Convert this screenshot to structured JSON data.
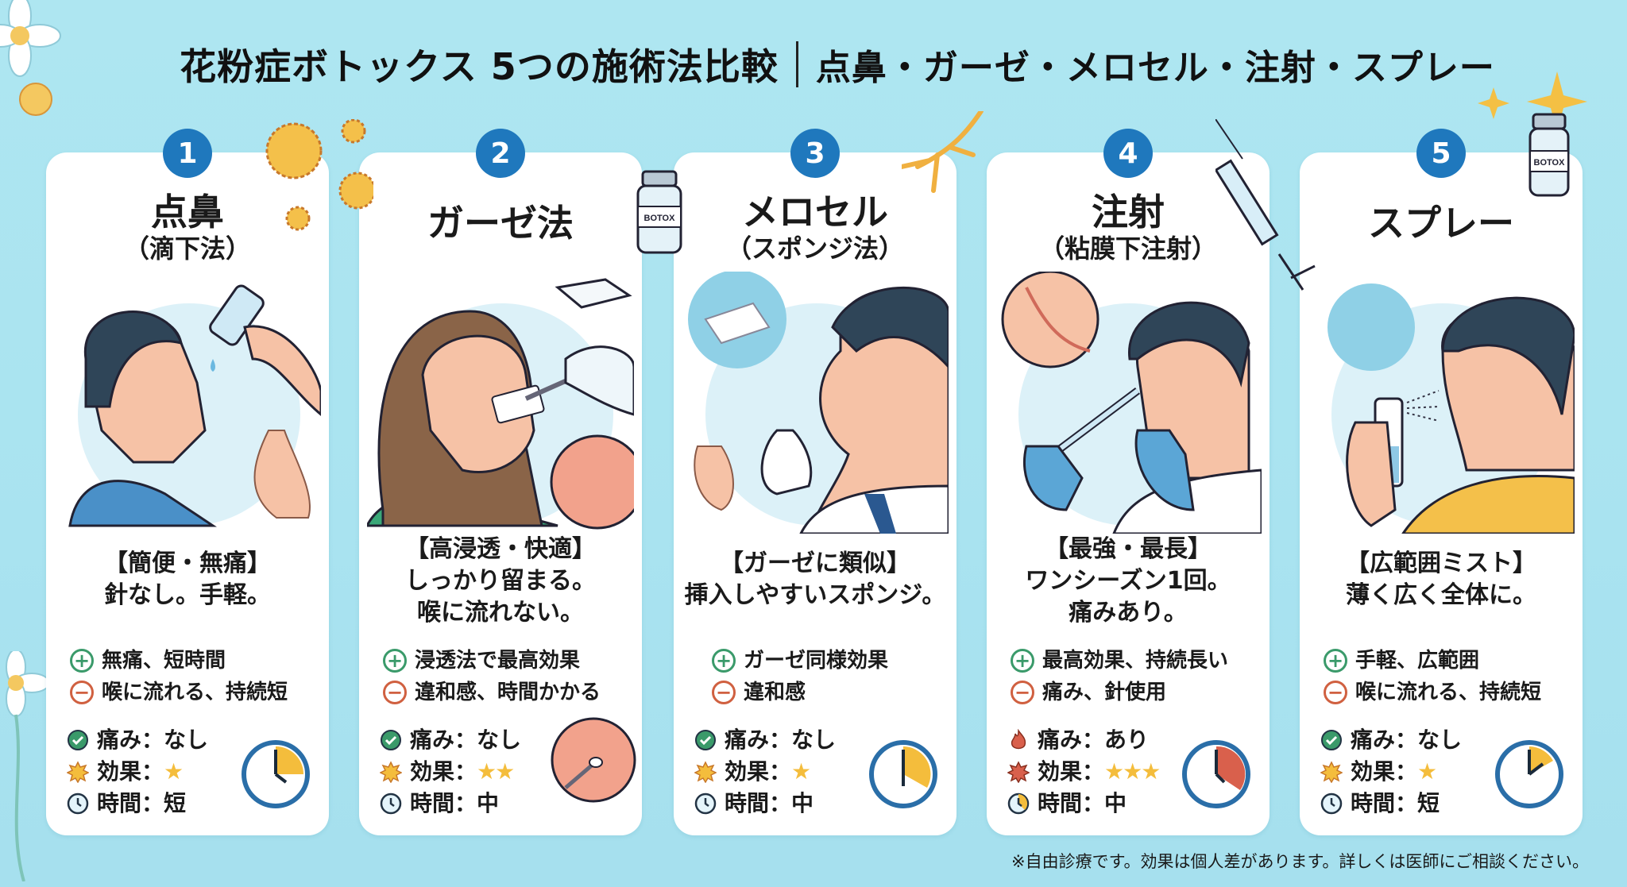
{
  "header": {
    "title": "花粉症ボトックス 5つの施術法比較",
    "subtitle": "点鼻・ガーゼ・メロセル・注射・スプレー"
  },
  "colors": {
    "background": "#aee6f1",
    "badge": "#1f78bd",
    "plus": "#3a9a6a",
    "minus": "#d06040",
    "star": "#f4bd3c",
    "clock_fill_normal": "#f4bd3c",
    "clock_fill_long": "#d9604c"
  },
  "methods": [
    {
      "number": "1",
      "name": "点鼻",
      "sub": "（滴下法）",
      "summary_tag": "【簡便・無痛】",
      "summary_lines": [
        "針なし。手軽。"
      ],
      "pro": "無痛、短時間",
      "con": "喉に流れる、持続短",
      "pain_label": "痛み：なし",
      "effect_label": "効果：",
      "effect_stars": "★",
      "time_label": "時間：短",
      "illustration": "nose-drop-illustration"
    },
    {
      "number": "2",
      "name": "ガーゼ法",
      "sub": "",
      "summary_tag": "【高浸透・快適】",
      "summary_lines": [
        "しっかり留まる。",
        "喉に流れない。"
      ],
      "pro": "浸透法で最高効果",
      "con": "違和感、時間かかる",
      "pain_label": "痛み：なし",
      "effect_label": "効果：",
      "effect_stars": "★★",
      "time_label": "時間：中",
      "illustration": "gauze-illustration"
    },
    {
      "number": "3",
      "name": "メロセル",
      "sub": "（スポンジ法）",
      "summary_tag": "【ガーゼに類似】",
      "summary_lines": [
        "挿入しやすいスポンジ。"
      ],
      "pro": "ガーゼ同様効果",
      "con": "違和感",
      "pain_label": "痛み：なし",
      "effect_label": "効果：",
      "effect_stars": "★",
      "time_label": "時間：中",
      "illustration": "sponge-illustration"
    },
    {
      "number": "4",
      "name": "注射",
      "sub": "（粘膜下注射）",
      "summary_tag": "【最強・最長】",
      "summary_lines": [
        "ワンシーズン1回。",
        "痛みあり。"
      ],
      "pro": "最高効果、持続長い",
      "con": "痛み、針使用",
      "pain_label": "痛み：あり",
      "effect_label": "効果：",
      "effect_stars": "★★★",
      "time_label": "時間：中",
      "illustration": "injection-illustration"
    },
    {
      "number": "5",
      "name": "スプレー",
      "sub": "",
      "summary_tag": "【広範囲ミスト】",
      "summary_lines": [
        "薄く広く全体に。"
      ],
      "pro": "手軽、広範囲",
      "con": "喉に流れる、持続短",
      "pain_label": "痛み：なし",
      "effect_label": "効果：",
      "effect_stars": "★",
      "time_label": "時間：短",
      "illustration": "spray-illustration"
    }
  ],
  "vial_label": "BOTOX",
  "footer": {
    "note": "※自由診療です。効果は個人差があります。詳しくは医師にご相談ください。"
  }
}
